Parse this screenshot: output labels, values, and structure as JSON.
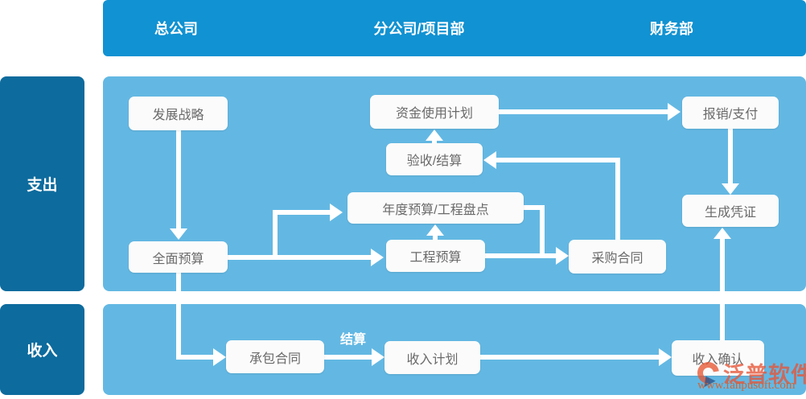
{
  "header": {
    "columns": [
      {
        "label": "总公司"
      },
      {
        "label": "分公司/项目部"
      },
      {
        "label": "财务部"
      }
    ]
  },
  "sidebar": {
    "rows": [
      {
        "label": "支出"
      },
      {
        "label": "收入"
      }
    ]
  },
  "nodes": {
    "strategy": "发展战略",
    "fund_plan": "资金使用计划",
    "reimburse_pay": "报销/支付",
    "acceptance_settle": "验收/结算",
    "annual_budget": "年度预算/工程盘点",
    "overall_budget": "全面预算",
    "project_budget": "工程预算",
    "purchase_contract": "采购合同",
    "voucher": "生成凭证",
    "contract": "承包合同",
    "income_plan": "收入计划",
    "income_confirm": "收入确认"
  },
  "edges": {
    "settle_label": "结算"
  },
  "watermark": {
    "brand": "泛普软件",
    "url": "www.fanpusoft.com"
  },
  "colors": {
    "header_bar": "#1192d2",
    "lane_panel": "#63b8e3",
    "sidebar_box": "#0d6b9d",
    "node_bg": "#fbfbfb",
    "node_text": "#6a6a6a",
    "arrow": "#ffffff",
    "watermark_orange": "#e75437",
    "watermark_blue": "#2c568d"
  }
}
